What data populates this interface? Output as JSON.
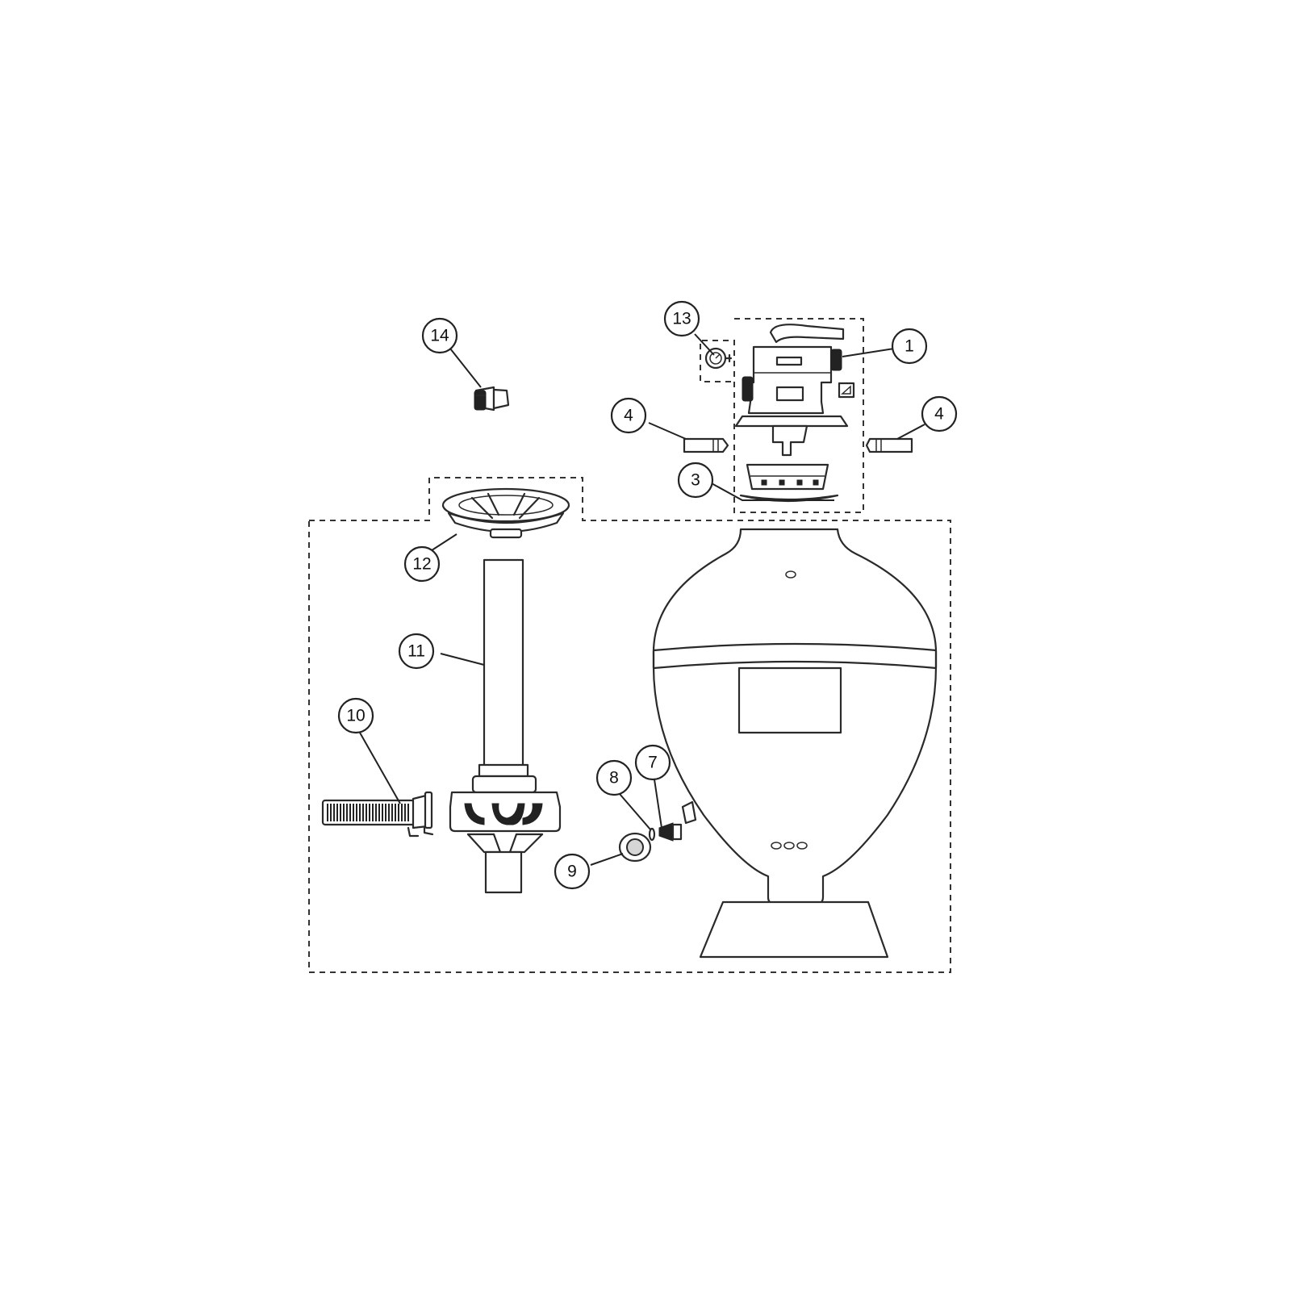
{
  "callouts": [
    {
      "id": "1",
      "label": "1"
    },
    {
      "id": "3",
      "label": "3"
    },
    {
      "id": "4a",
      "label": "4"
    },
    {
      "id": "4b",
      "label": "4"
    },
    {
      "id": "7",
      "label": "7"
    },
    {
      "id": "8",
      "label": "8"
    },
    {
      "id": "9",
      "label": "9"
    },
    {
      "id": "10",
      "label": "10"
    },
    {
      "id": "11",
      "label": "11"
    },
    {
      "id": "12",
      "label": "12"
    },
    {
      "id": "13",
      "label": "13"
    },
    {
      "id": "14",
      "label": "14"
    }
  ],
  "colors": {
    "line": "#2a2a2a",
    "background": "#ffffff",
    "part_fill_light": "#d6d6d6",
    "part_fill_dark": "#222222"
  },
  "icons": {
    "valve": "multiport-valve-icon",
    "tank": "filter-tank-icon",
    "lateral": "lateral-icon",
    "standpipe": "standpipe-icon",
    "diffuser": "diffuser-icon"
  }
}
